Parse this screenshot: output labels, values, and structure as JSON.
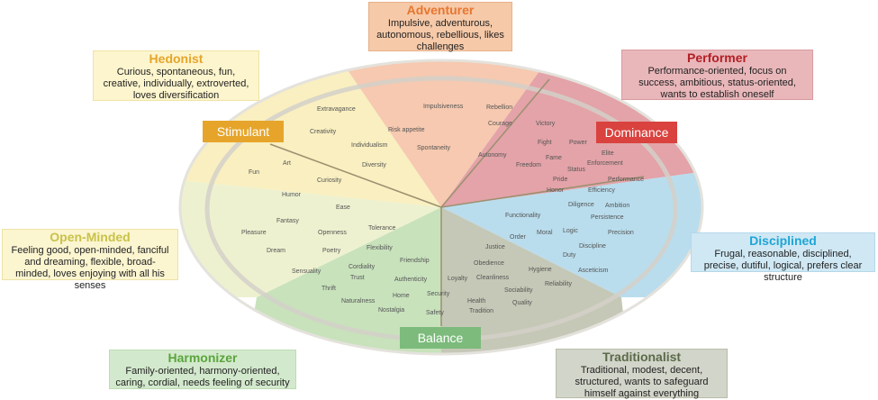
{
  "colors": {
    "stimulant": "#f9efc0",
    "adventurer": "#f6c9b0",
    "dominance": "#e3a3a8",
    "disciplined": "#b9dded",
    "traditionalist": "#c5c8b6",
    "harmonizer": "#c8e2bc",
    "openminded": "#eef1cf",
    "tag_stimulant": "#e6a52a",
    "tag_dominance": "#d9423e",
    "tag_balance": "#7cbb7c"
  },
  "tags": {
    "stimulant": "Stimulant",
    "dominance": "Dominance",
    "balance": "Balance"
  },
  "boxes": {
    "adventurer": {
      "title": "Adventurer",
      "desc": "Impulsive, adventurous, autonomous, rebellious, likes challenges"
    },
    "hedonist": {
      "title": "Hedonist",
      "desc": "Curious, spontaneous, fun, creative, individually, extroverted, loves diversification"
    },
    "performer": {
      "title": "Performer",
      "desc": "Performance-oriented, focus on success, ambitious, status-oriented, wants to establish oneself"
    },
    "openminded": {
      "title": "Open-Minded",
      "desc": "Feeling good, open-minded, fanciful and dreaming, flexible, broad-minded, loves enjoying with all his senses"
    },
    "disciplined": {
      "title": "Disciplined",
      "desc": "Frugal, reasonable, disciplined, precise, dutiful, logical, prefers clear structure"
    },
    "harmonizer": {
      "title": "Harmonizer",
      "desc": "Family-oriented, harmony-oriented, caring, cordial, needs feeling of security"
    },
    "traditionalist": {
      "title": "Traditionalist",
      "desc": "Traditional, modest, decent, structured, wants to safeguard himself against everything"
    }
  },
  "keywords": [
    "Impulsiveness",
    "Rebellion",
    "Courage",
    "Risk appetite",
    "Extravagance",
    "Victory",
    "Creativity",
    "Fight",
    "Power",
    "Spontaneity",
    "Individualism",
    "Fame",
    "Elite",
    "Autonomy",
    "Enforcement",
    "Art",
    "Diversity",
    "Freedom",
    "Status",
    "Fun",
    "Curiosity",
    "Pride",
    "Performance",
    "Honor",
    "Efficiency",
    "Humor",
    "Ease",
    "Diligence",
    "Ambition",
    "Fantasy",
    "Functionality",
    "Persistence",
    "Tolerance",
    "Pleasure",
    "Openness",
    "Logic",
    "Precision",
    "Order",
    "Justice",
    "Moral",
    "Dream",
    "Poetry",
    "Flexibility",
    "Discipline",
    "Duty",
    "Friendship",
    "Obedience",
    "Cordiality",
    "Hygiene",
    "Sensuality",
    "Trust",
    "Authenticity",
    "Loyalty",
    "Cleanliness",
    "Asceticism",
    "Thrift",
    "Sociability",
    "Reliability",
    "Home",
    "Security",
    "Naturalness",
    "Health",
    "Quality",
    "Nostalgia",
    "Safety",
    "Tradition"
  ]
}
